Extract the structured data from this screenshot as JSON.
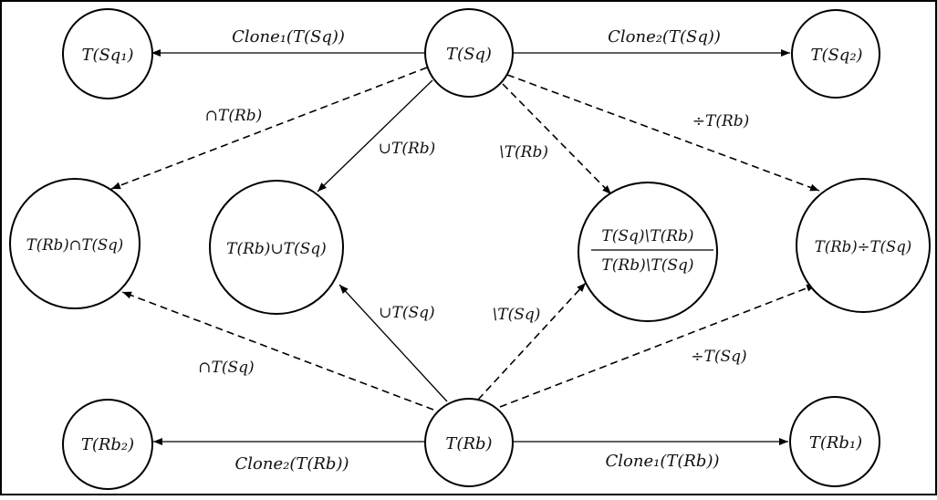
{
  "nodes": {
    "t_sq": "T(Sq)",
    "t_sq1": "T(Sq₁)",
    "t_sq2": "T(Sq₂)",
    "t_rb": "T(Rb)",
    "t_rb1": "T(Rb₁)",
    "t_rb2": "T(Rb₂)",
    "intersect": "T(Rb)∩T(Sq)",
    "union": "T(Rb)∪T(Sq)",
    "diff_num": "T(Sq)\\T(Rb)",
    "diff_den": "T(Rb)\\T(Sq)",
    "divide": "T(Rb)÷T(Sq)"
  },
  "edges": {
    "sq_clone1": "Clone₁(T(Sq))",
    "sq_clone2": "Clone₂(T(Sq))",
    "rb_clone2": "Clone₂(T(Rb))",
    "rb_clone1": "Clone₁(T(Rb))",
    "sq_intersect": "∩T(Rb)",
    "sq_union": "∪T(Rb)",
    "sq_diff": "\\T(Rb)",
    "sq_divide": "÷T(Rb)",
    "rb_intersect": "∩T(Sq)",
    "rb_union": "∪T(Sq)",
    "rb_diff": "\\T(Sq)",
    "rb_divide": "÷T(Sq)"
  }
}
